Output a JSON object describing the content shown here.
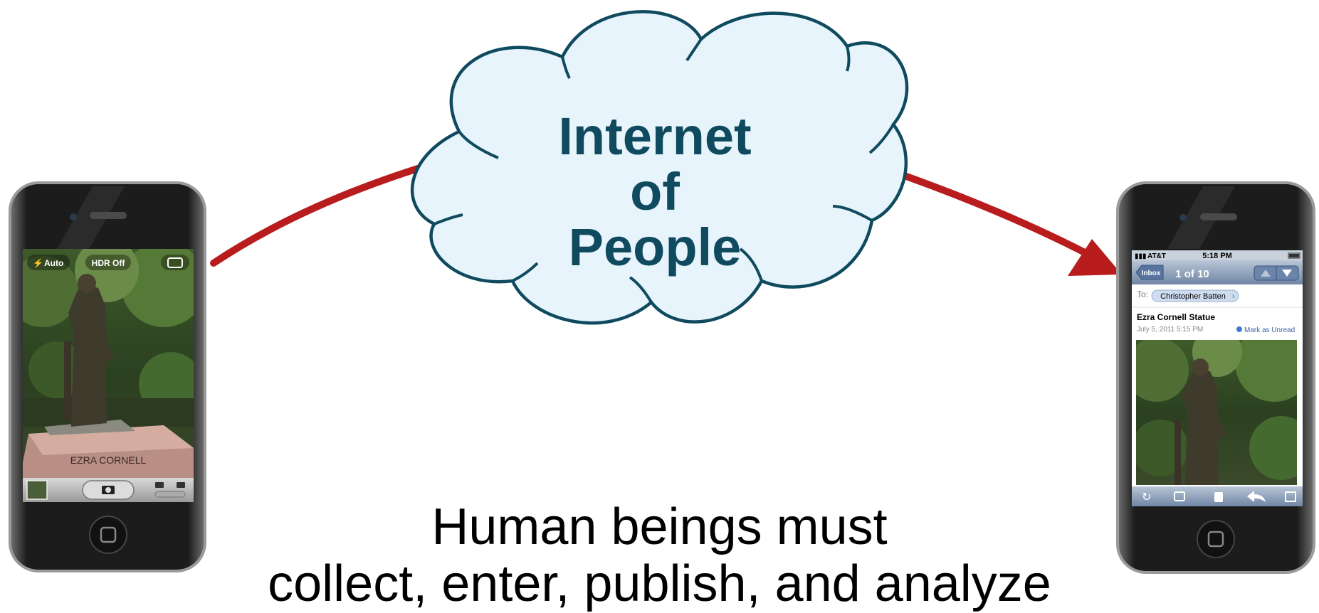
{
  "cloud": {
    "line1": "Internet",
    "line2": "of",
    "line3": "People",
    "fill": "#e7f4fc",
    "stroke": "#0f4a5e"
  },
  "arrow_color": "#b81c1c",
  "left_phone": {
    "camera_ui": {
      "flash_label": "Auto",
      "hdr_label": "HDR Off"
    },
    "plaque_text": "EZRA CORNELL"
  },
  "right_phone": {
    "status": {
      "carrier": "AT&T",
      "time": "5:18 PM"
    },
    "nav": {
      "back_label": "Inbox",
      "counter": "1 of 10"
    },
    "email": {
      "to_label": "To:",
      "recipient": "Christopher Batten",
      "subject": "Ezra Cornell Statue",
      "date": "July 5, 2011 5:15 PM",
      "unread_label": "Mark as Unread"
    }
  },
  "caption": {
    "line1": "Human beings must",
    "line2": "collect, enter, publish, and analyze"
  }
}
